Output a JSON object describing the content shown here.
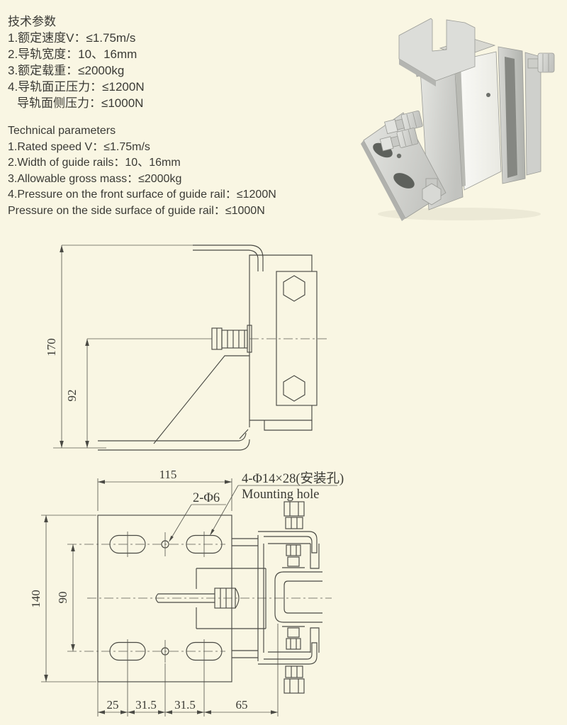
{
  "colors": {
    "background": "#f9f6e3",
    "line": "#4a4a44",
    "text": "#3a3a35",
    "metal_light": "#dedfdb",
    "metal_mid": "#c6c7c3",
    "metal_dark": "#8d8f8a",
    "plastic_white": "#f7f7f2"
  },
  "specs_cn": {
    "title": "技术参数",
    "items": [
      "1.额定速度V：≤1.75m/s",
      "2.导轨宽度：10、16mm",
      "3.额定载重：≤2000kg",
      "4.导轨面正压力：≤1200N",
      "导轨面侧压力：≤1000N"
    ]
  },
  "specs_en": {
    "title": "Technical parameters",
    "items": [
      "1.Rated speed V：≤1.75m/s",
      "2.Width of guide rails：10、16mm",
      "3.Allowable gross mass：≤2000kg",
      "4.Pressure on the front surface of guide rail：≤1200N",
      "Pressure on the side surface of guide rail：≤1000N"
    ]
  },
  "photo": {
    "description": "elevator sliding guide shoe with white insert"
  },
  "side_view": {
    "dim_total_height": "170",
    "dim_lower_height": "92"
  },
  "front_view": {
    "dim_width": "115",
    "dim_total_height": "140",
    "dim_hole_spacing": "90",
    "dim_bottom_1": "25",
    "dim_bottom_2": "31.5",
    "dim_bottom_3": "31.5",
    "dim_bottom_4": "65",
    "label_mounting_cn": "4-Φ14×28(安装孔)",
    "label_mounting_en": "Mounting hole",
    "label_small_holes": "2-Φ6"
  }
}
